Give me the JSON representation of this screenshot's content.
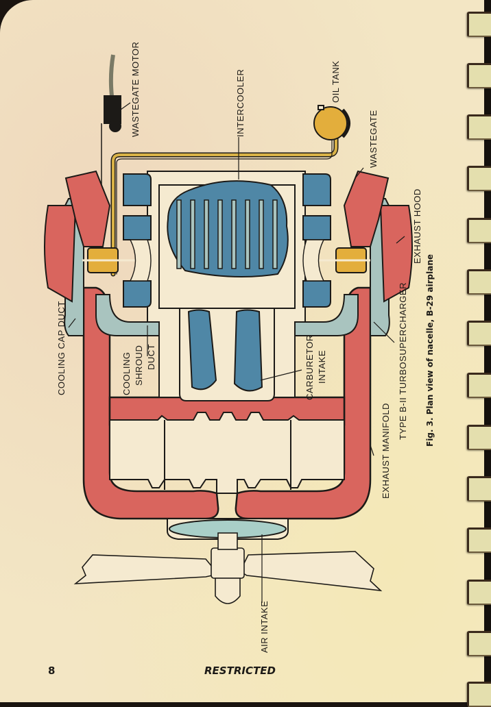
{
  "figure": {
    "caption": "Fig. 3. Plan view of nacelle, B-29 airplane"
  },
  "labels": {
    "wastegate_motor": "WASTEGATE MOTOR",
    "intercooler": "INTERCOOLER",
    "oil_tank": "OIL TANK",
    "wastegate": "WASTEGATE",
    "exhaust_hood": "EXHAUST HOOD",
    "turbosupercharger": "TYPE B-II TURBOSUPERCHARGER",
    "exhaust_manifold": "EXHAUST MANIFOLD",
    "carburetor_intake_line1": "CARBURETOR",
    "carburetor_intake_line2": "INTAKE",
    "cooling_shroud_line1": "COOLING",
    "cooling_shroud_line2": "SHROUD",
    "cooling_shroud_line3": "DUCT",
    "cooling_cap_duct": "COOLING CAP DUCT",
    "air_intake": "AIR INTAKE"
  },
  "footer": {
    "page_number": "8",
    "classification": "RESTRICTED"
  },
  "colors": {
    "paper": "#f3e6c4",
    "exhaust_red": "#d9655e",
    "intercooler_blue": "#4f87a6",
    "duct_grey_blue": "#a9c4bf",
    "oil_yellow": "#e3ae3c",
    "ink": "#1c1a17"
  }
}
